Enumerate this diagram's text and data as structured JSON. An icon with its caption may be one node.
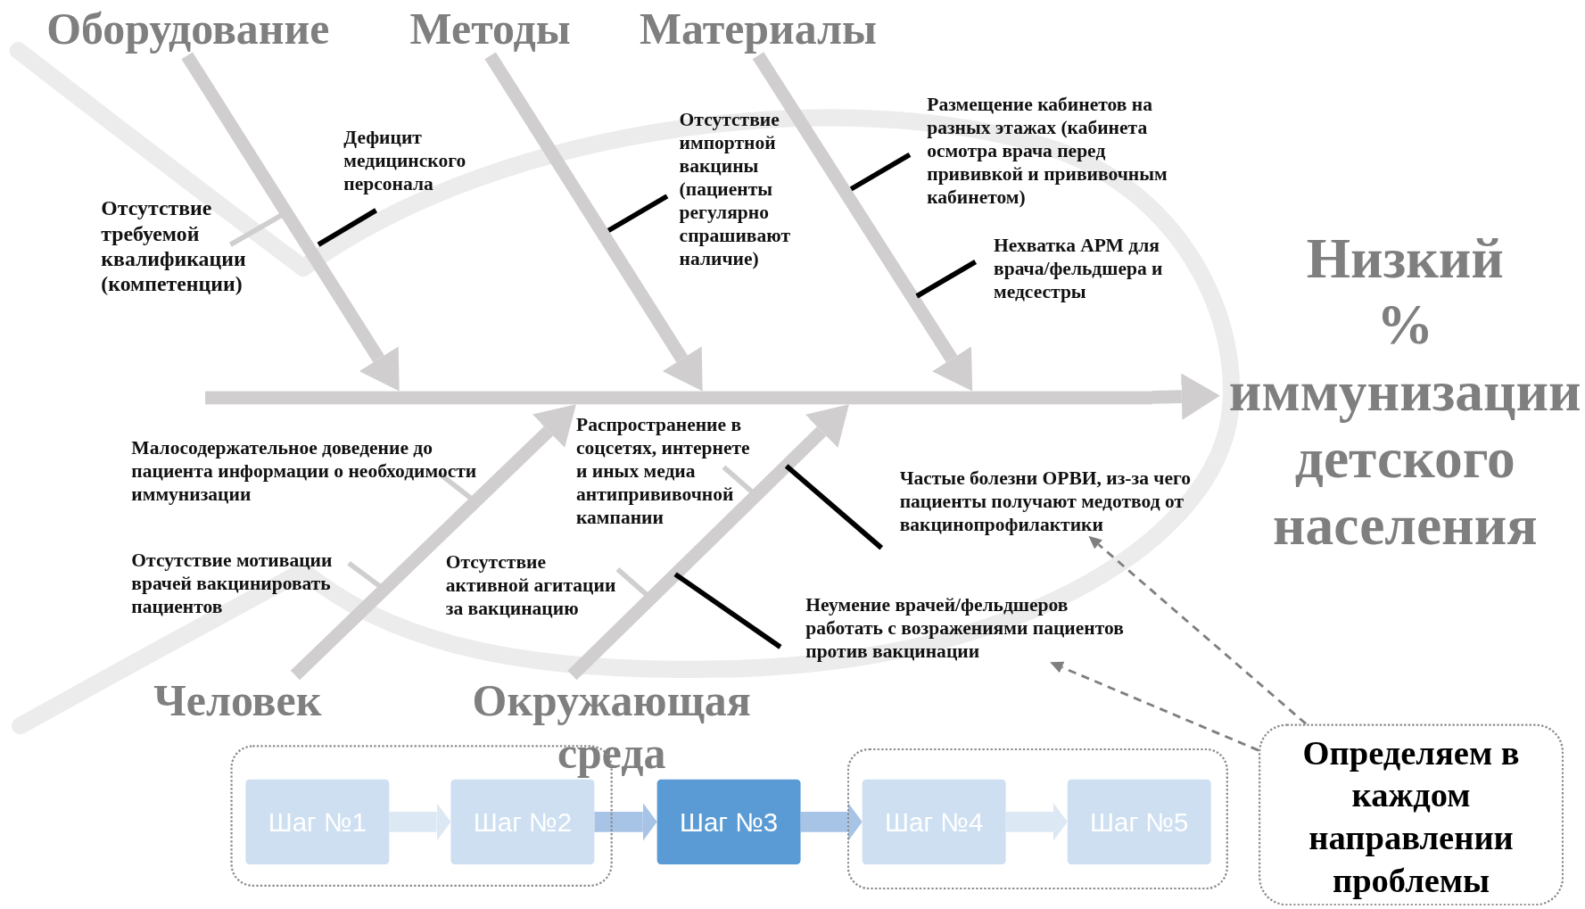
{
  "diagram": {
    "nodes": [
      {
        "text": [
          "Оборудование"
        ]
      },
      {
        "text": [
          "Методы"
        ]
      },
      {
        "text": [
          "Материалы"
        ]
      },
      {
        "text": [
          "Дефицит медицинского персонала"
        ]
      },
      {
        "text": [
          "Отсутствие импортной вакцины (пациенты регулярно спрашивают наличие)"
        ]
      },
      {
        "text": [
          "Размещение кабинетов на разных этажах (кабинета осмотра врача перед прививкой и прививочным кабинетом)"
        ]
      },
      {
        "text": [
          "Отсутствие требуемой квалификации (компетенции)"
        ]
      },
      {
        "text": [
          "Нехватка АРМ для врача/фельдшера и медсестры"
        ]
      },
      {
        "text": [
          "Низкий % иммунизации детского населения"
        ]
      },
      {
        "text": [
          "Распространение в соцсетях, интернете и иных медиа антипрививочной кампании"
        ]
      },
      {
        "text": [
          "Малосодержательное доведение до пациента информации о необходимости иммунизации"
        ]
      },
      {
        "text": [
          "Частые болезни ОРВИ, из-за чего пациенты получают медотвод от вакцинопрофилактики"
        ]
      },
      {
        "text": [
          "Отсутствие мотивации врачей вакцинировать пациентов"
        ]
      },
      {
        "text": [
          "Отсутствие активной агитации за вакцинацию"
        ]
      },
      {
        "text": [
          "Неумение врачей/фельдшеров работать с возражениями пациентов против вакцинации"
        ]
      },
      {
        "text": [
          "Человек"
        ]
      },
      {
        "text": [
          "Окружающая среда"
        ]
      },
      {
        "text": [],
        "shape": "box"
      },
      {
        "text": [
          "Шаг №1"
        ],
        "in": 17
      },
      {
        "text": [
          "Шаг №2"
        ],
        "in": 17
      },
      {
        "text": [
          "Шаг №3"
        ]
      },
      {
        "text": [],
        "shape": "box"
      },
      {
        "text": [
          "Шаг №4"
        ],
        "in": 21
      },
      {
        "text": [
          "Шаг №5"
        ],
        "in": 21
      },
      {
        "text": [
          "Определяем в каждом направлении проблемы"
        ]
      },
      {
        "text": [],
        "shape": "bar"
      }
    ],
    "edges": [
      {
        "from": 0,
        "to": 25,
        "arrow": "to",
        "style": "thick"
      },
      {
        "from": 1,
        "to": 25,
        "arrow": "to",
        "style": "thick"
      },
      {
        "from": 2,
        "to": 25,
        "arrow": "to",
        "style": "thick"
      },
      {
        "from": 25,
        "to": 8,
        "arrow": "to",
        "style": "thick"
      },
      {
        "from": 15,
        "to": 25,
        "arrow": "to",
        "style": "thick"
      },
      {
        "from": 16,
        "to": 25,
        "arrow": "to",
        "style": "thick"
      },
      {
        "from": 18,
        "to": 19,
        "arrow": "to",
        "style": "thick",
        "color": "#dde8f5"
      },
      {
        "from": 19,
        "to": 20,
        "arrow": "to",
        "style": "thick",
        "color": "#a7c3e6"
      },
      {
        "from": 20,
        "to": 22,
        "arrow": "to",
        "style": "thick",
        "color": "#a7c3e6"
      },
      {
        "from": 22,
        "to": 23,
        "arrow": "to",
        "style": "thick",
        "color": "#dde8f5"
      },
      {
        "from": 24,
        "to": 11,
        "arrow": "to",
        "style": "dashed",
        "color": "#7f7f7f"
      },
      {
        "from": 24,
        "to": 14,
        "arrow": "to",
        "style": "dashed",
        "color": "#7f7f7f"
      },
      {
        "from": 6,
        "to": null,
        "arrow": "none"
      },
      {
        "from": 3,
        "to": null,
        "arrow": "none",
        "color": "#000000"
      },
      {
        "from": 4,
        "to": null,
        "arrow": "none",
        "color": "#000000"
      },
      {
        "from": 5,
        "to": null,
        "arrow": "none",
        "color": "#000000"
      },
      {
        "from": 7,
        "to": null,
        "arrow": "none",
        "color": "#000000"
      },
      {
        "from": 10,
        "to": null,
        "arrow": "none"
      },
      {
        "from": 12,
        "to": null,
        "arrow": "none"
      },
      {
        "from": 9,
        "to": null,
        "arrow": "none"
      },
      {
        "from": 13,
        "to": null,
        "arrow": "none"
      },
      {
        "from": 11,
        "to": null,
        "arrow": "none",
        "color": "#000000"
      },
      {
        "from": 14,
        "to": null,
        "arrow": "none",
        "color": "#000000"
      }
    ]
  }
}
